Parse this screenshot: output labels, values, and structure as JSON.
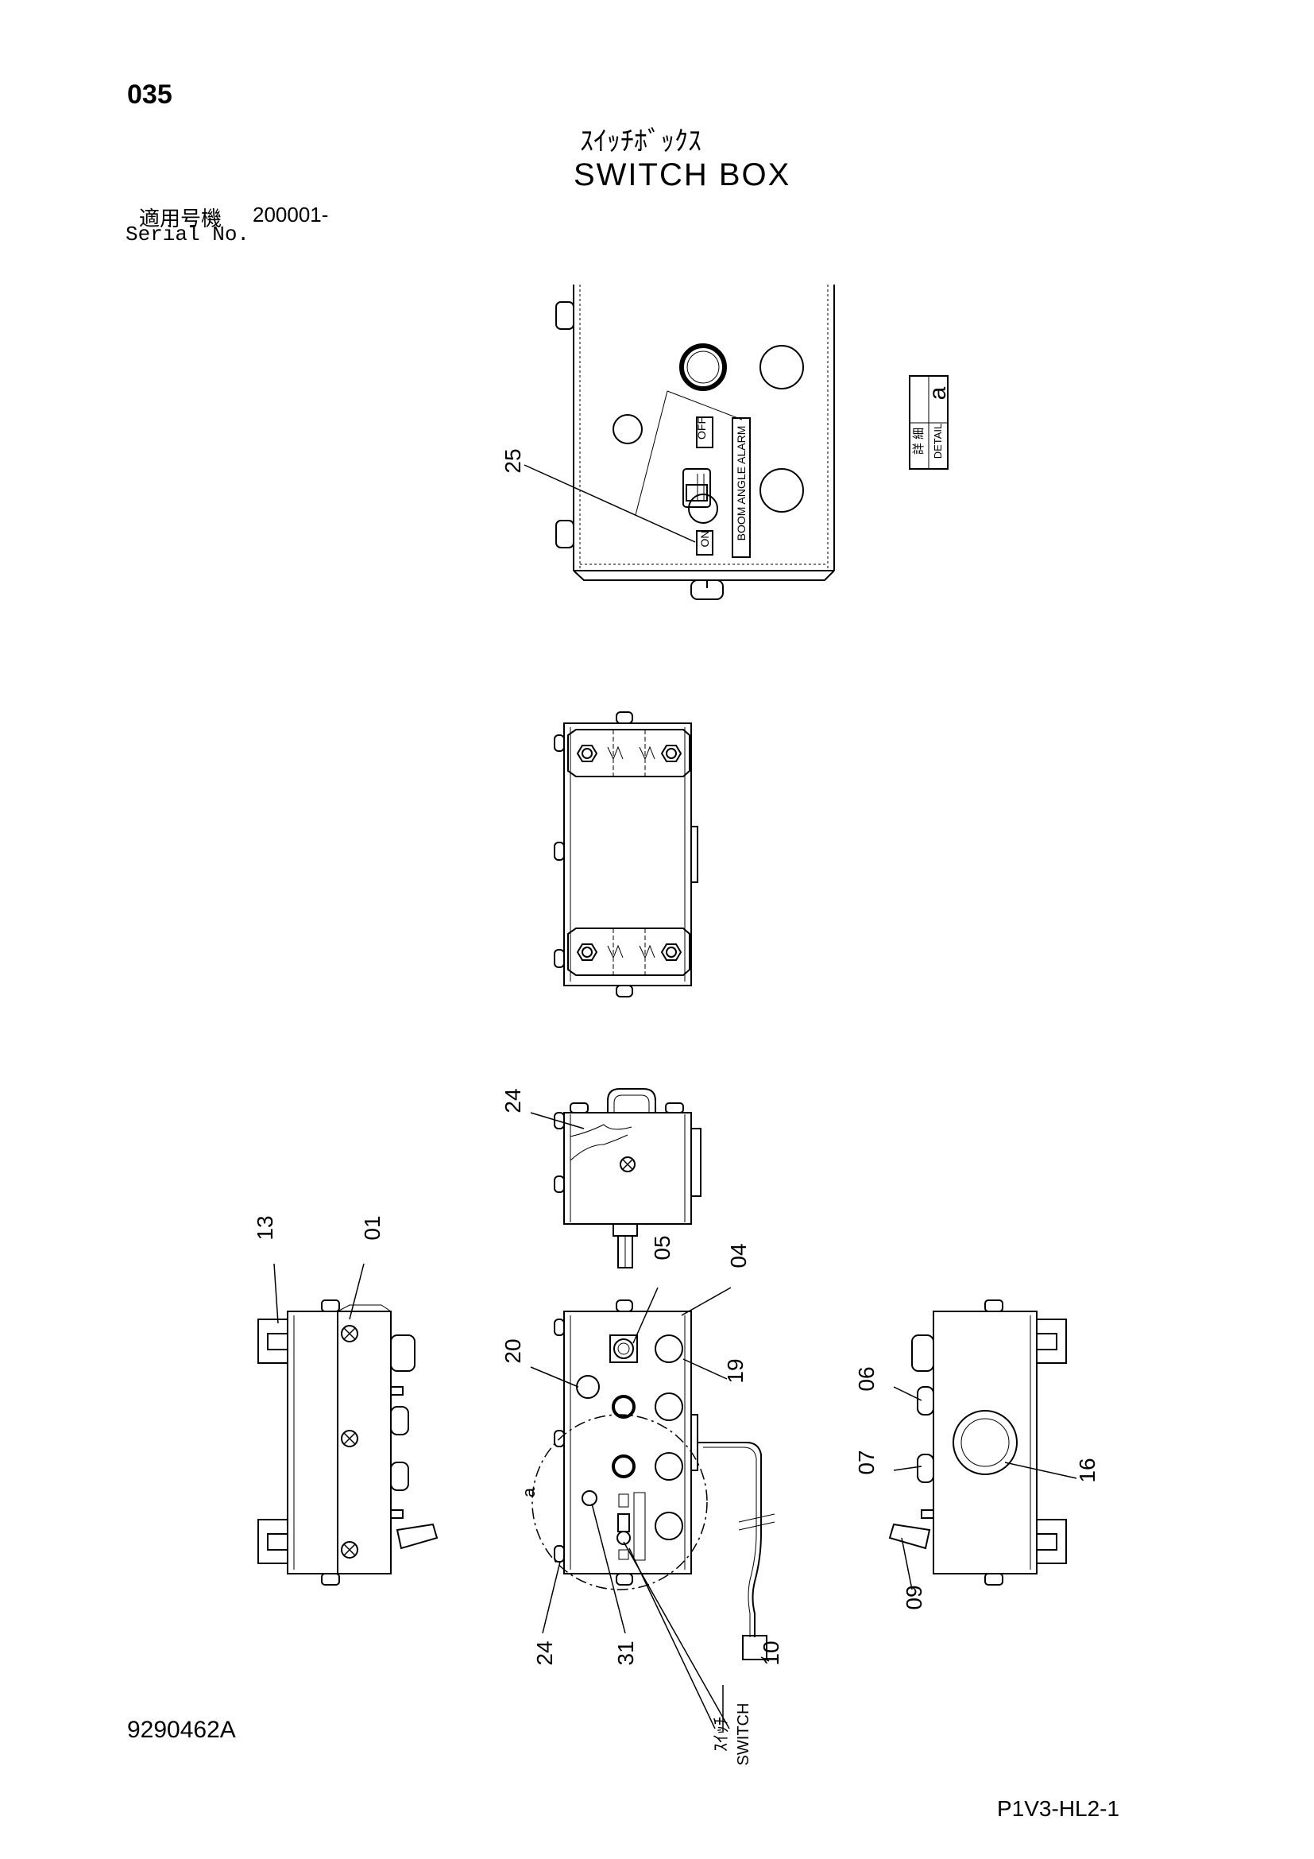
{
  "header": {
    "page_number": "035",
    "title_jp": "ｽｲｯﾁﾎﾞｯｸｽ",
    "title_en": "SWITCH BOX",
    "serial_label_jp": "適用号機",
    "serial_value": "200001-",
    "serial_label_en": "Serial No."
  },
  "detail_box": {
    "letter": "a",
    "label_jp": "詳 細",
    "label_en": "DETAIL"
  },
  "panel_labels": {
    "off": "OFF",
    "on": "ON",
    "boom_angle_alarm": "BOOM ANGLE ALARM"
  },
  "callouts": {
    "c25": "25",
    "c24_top": "24",
    "c13": "13",
    "c01": "01",
    "c05": "05",
    "c04": "04",
    "c20": "20",
    "c19": "19",
    "c06": "06",
    "c07": "07",
    "c16": "16",
    "c09": "09",
    "c24_bottom": "24",
    "c31": "31",
    "c10": "10",
    "detail_marker": "a"
  },
  "switch_note": {
    "jp": "ｽｲｯﾁ",
    "en": "SWITCH"
  },
  "footer": {
    "doc_number": "9290462A",
    "page_code": "P1V3-HL2-1"
  }
}
